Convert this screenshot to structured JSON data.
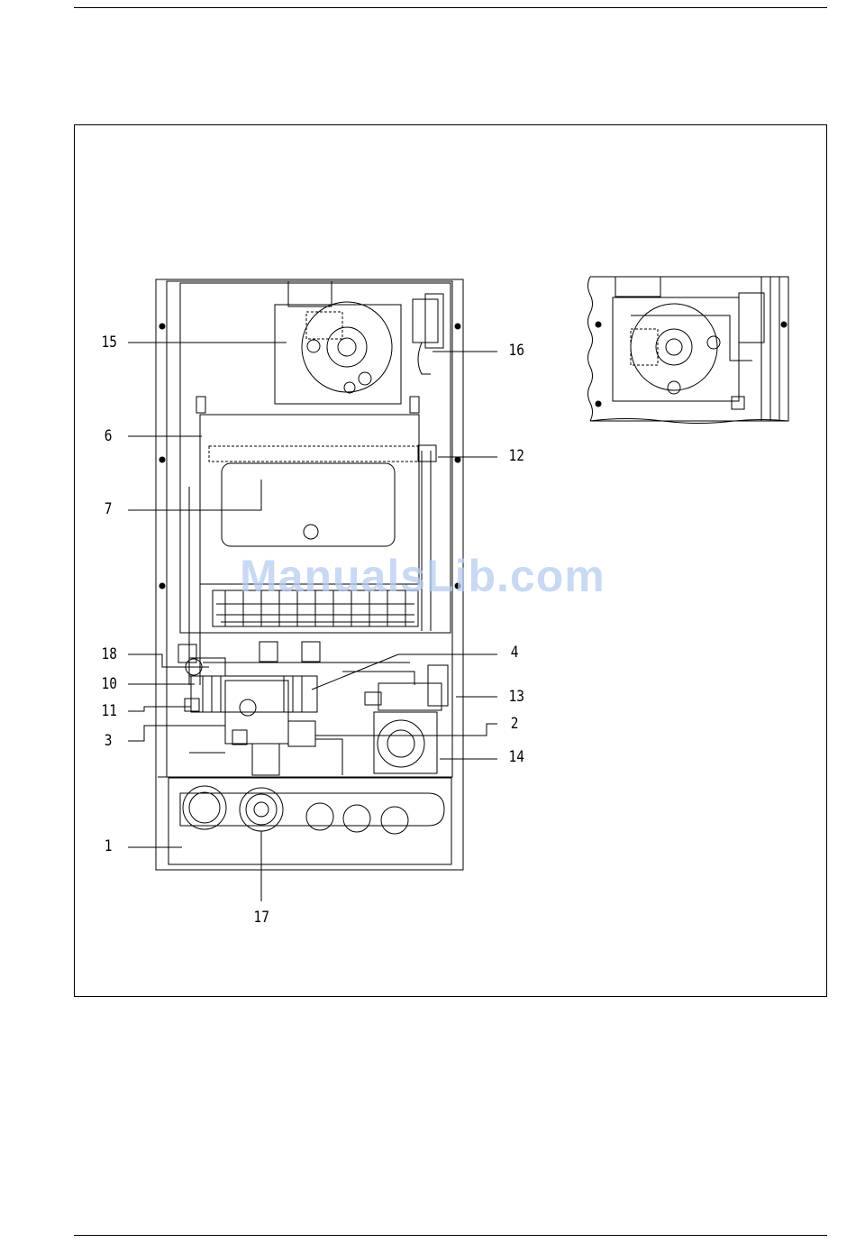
{
  "callouts": {
    "c15": "15",
    "c16": "16",
    "c6": "6",
    "c12": "12",
    "c7": "7",
    "c18": "18",
    "c4": "4",
    "c10": "10",
    "c13": "13",
    "c11": "11",
    "c2": "2",
    "c3": "3",
    "c14": "14",
    "c1": "1",
    "c17": "17"
  },
  "watermark": "ManualsLib.com",
  "colors": {
    "line": "#000000",
    "watermark": "#b7cdf0"
  }
}
